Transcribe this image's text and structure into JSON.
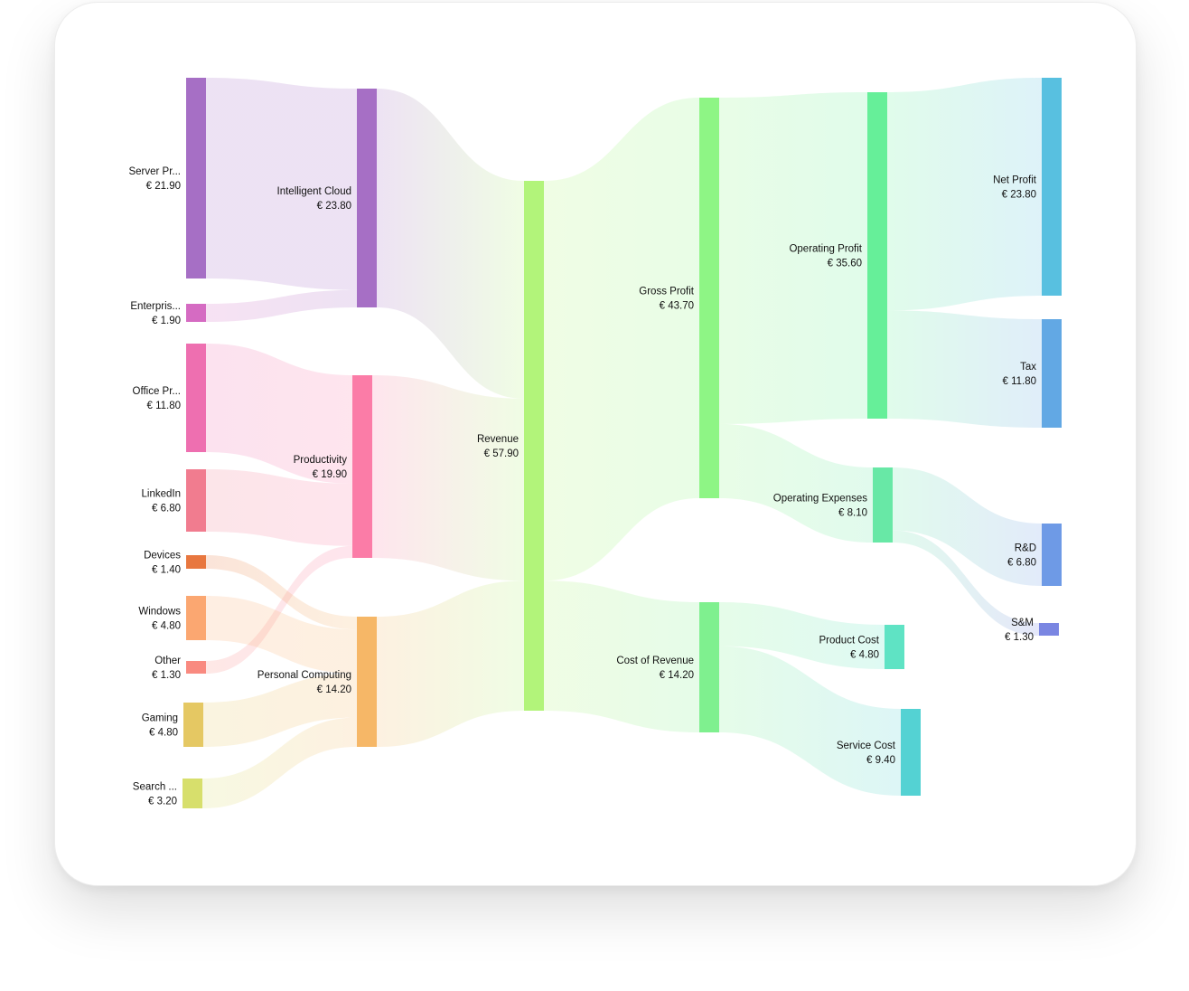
{
  "chart_data": {
    "type": "sankey",
    "currency": "€",
    "nodes": [
      {
        "id": "server",
        "label": "Server Pr...",
        "value_label": "€ 21.90",
        "value": 21.9,
        "color": "#a66fc5"
      },
      {
        "id": "enterprise",
        "label": "Enterpris...",
        "value_label": "€ 1.90",
        "value": 1.9,
        "color": "#d56bc2"
      },
      {
        "id": "office",
        "label": "Office Pr...",
        "value_label": "€ 11.80",
        "value": 11.8,
        "color": "#ee6fb0"
      },
      {
        "id": "linkedin",
        "label": "LinkedIn",
        "value_label": "€ 6.80",
        "value": 6.8,
        "color": "#f17c8f"
      },
      {
        "id": "devices",
        "label": "Devices",
        "value_label": "€ 1.40",
        "value": 1.4,
        "color": "#e8773f"
      },
      {
        "id": "windows",
        "label": "Windows",
        "value_label": "€ 4.80",
        "value": 4.8,
        "color": "#fba771"
      },
      {
        "id": "other",
        "label": "Other",
        "value_label": "€ 1.30",
        "value": 1.3,
        "color": "#f98a80"
      },
      {
        "id": "gaming",
        "label": "Gaming",
        "value_label": "€ 4.80",
        "value": 4.8,
        "color": "#e5c863"
      },
      {
        "id": "search",
        "label": "Search ...",
        "value_label": "€ 3.20",
        "value": 3.2,
        "color": "#d7df6c"
      },
      {
        "id": "cloud",
        "label": "Intelligent Cloud",
        "value_label": "€ 23.80",
        "value": 23.8,
        "color": "#a66fc5"
      },
      {
        "id": "productivity",
        "label": "Productivity",
        "value_label": "€ 19.90",
        "value": 19.9,
        "color": "#fb7ca7"
      },
      {
        "id": "personal",
        "label": "Personal Computing",
        "value_label": "€ 14.20",
        "value": 14.2,
        "color": "#f6b767"
      },
      {
        "id": "revenue",
        "label": "Revenue",
        "value_label": "€ 57.90",
        "value": 57.9,
        "color": "#b2f47a"
      },
      {
        "id": "gross",
        "label": "Gross Profit",
        "value_label": "€ 43.70",
        "value": 43.7,
        "color": "#8ef585"
      },
      {
        "id": "cor",
        "label": "Cost of Revenue",
        "value_label": "€ 14.20",
        "value": 14.2,
        "color": "#7ff08f"
      },
      {
        "id": "opprofit",
        "label": "Operating Profit",
        "value_label": "€ 35.60",
        "value": 35.6,
        "color": "#66ef99"
      },
      {
        "id": "opex",
        "label": "Operating Expenses",
        "value_label": "€ 8.10",
        "value": 8.1,
        "color": "#68e8a6"
      },
      {
        "id": "product",
        "label": "Product Cost",
        "value_label": "€ 4.80",
        "value": 4.8,
        "color": "#5fe3c4"
      },
      {
        "id": "service",
        "label": "Service Cost",
        "value_label": "€ 9.40",
        "value": 9.4,
        "color": "#54d2d3"
      },
      {
        "id": "net",
        "label": "Net Profit",
        "value_label": "€ 23.80",
        "value": 23.8,
        "color": "#58c0e0"
      },
      {
        "id": "tax",
        "label": "Tax",
        "value_label": "€ 11.80",
        "value": 11.8,
        "color": "#62a8e4"
      },
      {
        "id": "rd",
        "label": "R&D",
        "value_label": "€ 6.80",
        "value": 6.8,
        "color": "#6e9ae6"
      },
      {
        "id": "sm",
        "label": "S&M",
        "value_label": "€ 1.30",
        "value": 1.3,
        "color": "#7a86e2"
      }
    ],
    "links": [
      {
        "source": "server",
        "target": "cloud",
        "value": 21.9
      },
      {
        "source": "enterprise",
        "target": "cloud",
        "value": 1.9
      },
      {
        "source": "office",
        "target": "productivity",
        "value": 11.8
      },
      {
        "source": "linkedin",
        "target": "productivity",
        "value": 6.8
      },
      {
        "source": "other",
        "target": "productivity",
        "value": 1.3
      },
      {
        "source": "devices",
        "target": "personal",
        "value": 1.4
      },
      {
        "source": "windows",
        "target": "personal",
        "value": 4.8
      },
      {
        "source": "gaming",
        "target": "personal",
        "value": 4.8
      },
      {
        "source": "search",
        "target": "personal",
        "value": 3.2
      },
      {
        "source": "cloud",
        "target": "revenue",
        "value": 23.8
      },
      {
        "source": "productivity",
        "target": "revenue",
        "value": 19.9
      },
      {
        "source": "personal",
        "target": "revenue",
        "value": 14.2
      },
      {
        "source": "revenue",
        "target": "gross",
        "value": 43.7
      },
      {
        "source": "revenue",
        "target": "cor",
        "value": 14.2
      },
      {
        "source": "gross",
        "target": "opprofit",
        "value": 35.6
      },
      {
        "source": "gross",
        "target": "opex",
        "value": 8.1
      },
      {
        "source": "cor",
        "target": "product",
        "value": 4.8
      },
      {
        "source": "cor",
        "target": "service",
        "value": 9.4
      },
      {
        "source": "opprofit",
        "target": "net",
        "value": 23.8
      },
      {
        "source": "opprofit",
        "target": "tax",
        "value": 11.8
      },
      {
        "source": "opex",
        "target": "rd",
        "value": 6.8
      },
      {
        "source": "opex",
        "target": "sm",
        "value": 1.3
      }
    ]
  }
}
